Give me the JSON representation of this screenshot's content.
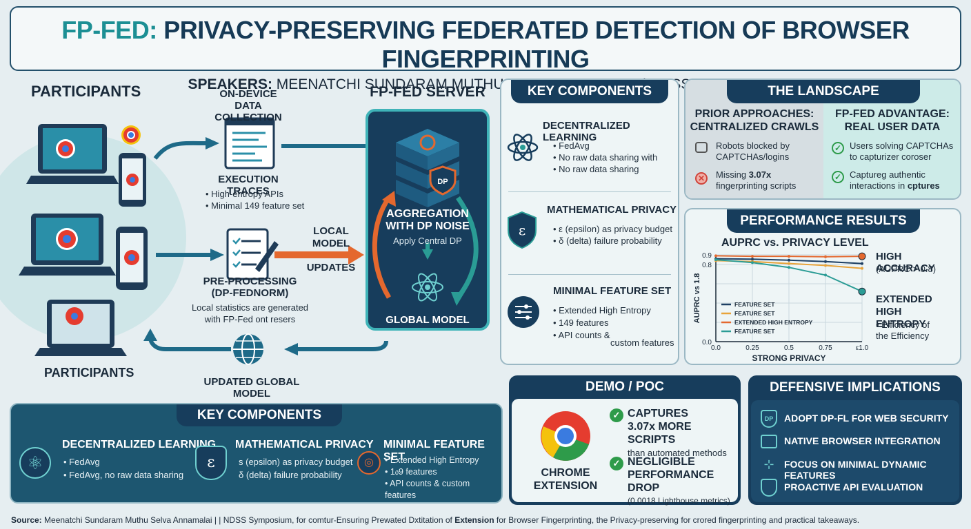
{
  "header": {
    "title_accent": "FP-FED:",
    "title_rest": " PRIVACY-PRESERVING FEDERATED DETECTION OF BROWSER FINGERPRINTING",
    "speakers_label": "SPEAKERS:",
    "speakers_text": " MEENATCHI SUNDARAM MUTHU SELVA ANNAMALAI  |  NDSS SYMPOSIUM"
  },
  "flow": {
    "participants_top": "PARTICIPANTS",
    "participants_bottom": "PARTICIPANTS",
    "ondevice_1": "ON-DEVICE",
    "ondevice_2": "DATA COLLECTION",
    "exec_title": "EXECUTION TRACES",
    "exec_items": [
      "High-entropy APIs",
      "Minimal 149 feature set"
    ],
    "preproc_1": "PRE-PROCESSING",
    "preproc_2": "(DP-FEDNORM)",
    "preproc_desc_1": "Local statistics are generated",
    "preproc_desc_2": "with FP-Fed ont resers",
    "local_1": "LOCAL",
    "local_2": "MODEL",
    "local_3": "UPDATES",
    "server_title": "FP-FED SERVER",
    "agg_1": "AGGREGATION",
    "agg_2": "WITH DP NOISE",
    "agg_sub": "Apply Central DP",
    "dp_badge": "DP",
    "global_model": "GLOBAL MODEL",
    "updated_global": "UPDATED GLOBAL MODEL"
  },
  "key_right": {
    "title": "KEY COMPONENTS",
    "items": [
      {
        "title": "DECENTRALIZED LEARNING",
        "bullets": [
          "FedAvg",
          "No raw data sharing with",
          "No raw data sharing"
        ]
      },
      {
        "title": "MATHEMATICAL PRIVACY",
        "bullets": [
          "ε (epsilon) as privacy budget",
          "δ (delta) failure probability"
        ]
      },
      {
        "title": "MINIMAL FEATURE SET",
        "bullets": [
          "Extended High Entropy",
          "149 features",
          "API counts &"
        ],
        "extra": "custom features"
      }
    ],
    "epsilon_glyph": "ε"
  },
  "landscape": {
    "title": "THE LANDSCAPE",
    "prior_title_1": "PRIOR APPROACHES:",
    "prior_title_2": "CENTRALIZED CRAWLS",
    "prior_1a": "Robots blocked by",
    "prior_1b": "CAPTCHAs/logins",
    "prior_2a": "Missing ",
    "prior_2b": "3.07x",
    "prior_2c": "fingerprinting scripts",
    "adv_title_1": "FP-FED ADVANTAGE:",
    "adv_title_2": "REAL USER DATA",
    "adv_1a": "Users solving CAPTCHAs",
    "adv_1b": "to capturizer coroser",
    "adv_2a": "Captureg authentic",
    "adv_2b": "interactions in ",
    "adv_2c": "cptures"
  },
  "performance": {
    "title": "PERFORMANCE RESULTS",
    "high_acc": "HIGH ACCURACY",
    "high_acc_sub": "(AUPRC > 0.8)",
    "ext_1": "EXTENDED HIGH",
    "ext_2": "ENTROPY",
    "ext_b1": "• Efficiency of",
    "ext_b2": "the Efficiency"
  },
  "chart_data": {
    "type": "line",
    "title": "AUPRC vs. PRIVACY LEVEL",
    "xlabel": "STRONG PRIVACY",
    "ylabel": "AUPRC vs 1.8",
    "x": [
      0.0,
      0.25,
      0.5,
      0.75,
      1.0
    ],
    "x_tick_labels": [
      "0.0",
      "0.25",
      "0.5",
      "0.75",
      "ε1.0"
    ],
    "y_tick_labels": [
      "0.9",
      "0.8",
      "0.0"
    ],
    "ylim": [
      0.0,
      0.9
    ],
    "grid": true,
    "legend": "bottom-left",
    "series": [
      {
        "name": "FEATURE SET",
        "color": "#1d3f63",
        "values": [
          0.86,
          0.855,
          0.845,
          0.83,
          0.81
        ]
      },
      {
        "name": "FEATURE SET",
        "color": "#e8a33a",
        "values": [
          0.84,
          0.83,
          0.81,
          0.79,
          0.76
        ]
      },
      {
        "name": "EXTENDED HIGH ENTROPY",
        "color": "#e4682e",
        "values": [
          0.89,
          0.885,
          0.885,
          0.88,
          0.885
        ]
      },
      {
        "name": "FEATURE SET",
        "color": "#2b9c95",
        "values": [
          0.85,
          0.82,
          0.77,
          0.69,
          0.52
        ]
      }
    ]
  },
  "key_bottom": {
    "title": "KEY COMPONENTS",
    "items": [
      {
        "title": "DECENTRALIZED LEARNING",
        "bullets": [
          "FedAvg",
          "FedAvg, no raw data sharing"
        ]
      },
      {
        "title": "MATHEMATICAL PRIVACY",
        "lines": [
          "s (epsilon) as privacy budget",
          "δ (delta) failure probability"
        ]
      },
      {
        "title": "MINIMAL FEATURE SET",
        "bullets": [
          "Extended High Entropy",
          "1᥆9 features",
          "API counts & custom features"
        ]
      }
    ]
  },
  "demo": {
    "title": "DEMO / POC",
    "chrome_1": "CHROME",
    "chrome_2": "EXTENSION",
    "c1_1": "CAPTURES",
    "c1_2": "3.07x MORE SCRIPTS",
    "c1_3": "than automated methods",
    "c2_1": "NEGLIGIBLE",
    "c2_2": "PERFORMANCE DROP",
    "c2_3": "(0.0018 Lighthouse metrics)"
  },
  "defensive": {
    "title": "DEFENSIVE IMPLICATIONS",
    "items": [
      "ADOPT DP-FL FOR WEB SECURITY",
      "NATIVE BROWSER INTEGRATION",
      "FOCUS ON MINIMAL DYNAMIC FEATURES",
      "PROACTIVE API EVALUATION"
    ],
    "dp_icon_text": "DP"
  },
  "footer": {
    "source_label": "Source:",
    "source_text": " Meenatchi Sundaram Muthu Selva Annamalai | | NDSS Symposium, for comtur-Ensuring Prewated Dxtitation of ",
    "source_bold": "Extension",
    "source_text2": " for Browser Fingerprinting, the Privacy-preserving for crored fingerprinting and practical takeaways."
  },
  "colors": {
    "navy": "#173d5c",
    "teal": "#1c8f94",
    "orange": "#e4682e",
    "green": "#2e9b4a"
  }
}
